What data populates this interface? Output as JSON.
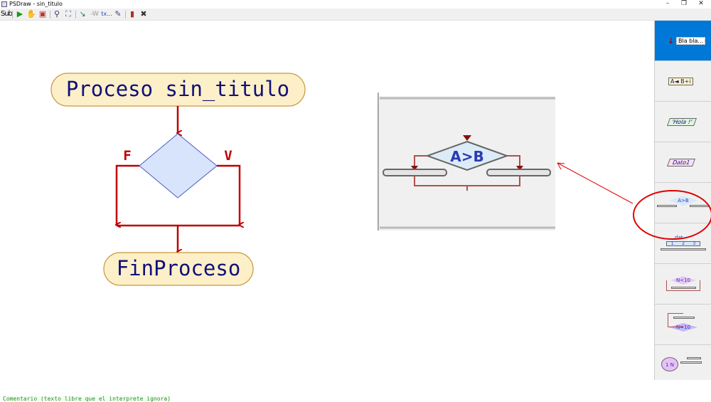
{
  "window": {
    "title": "PSDraw - sin_titulo",
    "controls": [
      "–",
      "❐",
      "✕"
    ]
  },
  "toolbar": {
    "sub_label": "Sub",
    "subproc_text": "tx..."
  },
  "flowchart": {
    "start": "Proceso sin_titulo",
    "end": "FinProceso",
    "false_label": "F",
    "true_label": "V"
  },
  "inset": {
    "condition": "A>B"
  },
  "panel": {
    "items": [
      {
        "label": "Bla bla..."
      },
      {
        "label": "A◄ B+i"
      },
      {
        "label": "'Hola !'"
      },
      {
        "label": "Dato1"
      },
      {
        "label": "A>B"
      },
      {
        "label": "dat",
        "cases": [
          "1",
          "2",
          "3"
        ]
      },
      {
        "label": "N<10"
      },
      {
        "label": "N=10"
      },
      {
        "label": "1 N"
      }
    ]
  },
  "status": {
    "comment": "Comentario (texto libre que el interprete ignora)"
  },
  "colors": {
    "flow_red": "#c00000",
    "selected_blue": "#0078d7",
    "annotation_red": "#e00000"
  }
}
